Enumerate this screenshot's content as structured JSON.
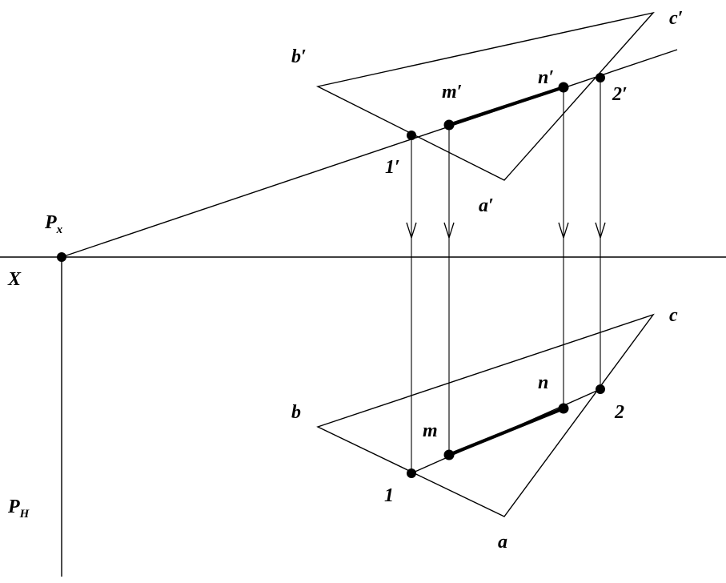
{
  "labels": {
    "b_prime": "b′",
    "c_prime": "c′",
    "m_prime": "m′",
    "n_prime": "n′",
    "two_prime": "2′",
    "one_prime": "1′",
    "a_prime": "a′",
    "px_main": "P",
    "px_sub": "x",
    "x_axis": "X",
    "c": "c",
    "n": "n",
    "b": "b",
    "two": "2",
    "m": "m",
    "one": "1",
    "ph_main": "P",
    "ph_sub": "H",
    "a": "a"
  }
}
